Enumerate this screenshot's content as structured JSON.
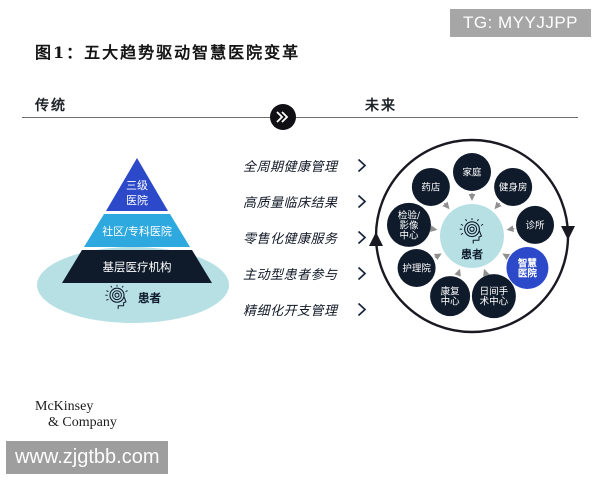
{
  "badge": {
    "text": "TG: MYYJJPP"
  },
  "title": "图1：五大趋势驱动智慧医院变革",
  "timeline": {
    "left_label": "传统",
    "right_label": "未来",
    "arrow_icon": "double-chevron-right"
  },
  "pyramid": {
    "tiers": [
      {
        "label": "三级医院",
        "lines": [
          "三级",
          "医院"
        ],
        "color": "#2b49c8"
      },
      {
        "label": "社区/专科医院",
        "color": "#2ea9e0"
      },
      {
        "label": "基层医疗机构",
        "color": "#0f1b2b"
      }
    ],
    "base": {
      "label": "患者",
      "icon": "patient-mind-icon",
      "ellipse_color": "#b7e0e5"
    }
  },
  "trends": {
    "items": [
      {
        "label": "全周期健康管理"
      },
      {
        "label": "高质量临床结果"
      },
      {
        "label": "零售化健康服务"
      },
      {
        "label": "主动型患者参与"
      },
      {
        "label": "精细化开支管理"
      }
    ]
  },
  "ring": {
    "rotation": "clockwise",
    "center": {
      "label": "患者",
      "icon": "patient-mind-icon",
      "color": "#b7e0e5"
    },
    "nodes": [
      {
        "name": "family",
        "lines": [
          "家庭"
        ],
        "angle": 90,
        "color": "#0f1b2b",
        "r": 19
      },
      {
        "name": "gym",
        "lines": [
          "健身房"
        ],
        "angle": 50,
        "color": "#0f1b2b",
        "r": 19
      },
      {
        "name": "clinic",
        "lines": [
          "诊所"
        ],
        "angle": 10,
        "color": "#0f1b2b",
        "r": 19
      },
      {
        "name": "smart-hospital",
        "lines": [
          "智慧",
          "医院"
        ],
        "angle": -30,
        "color": "#2b49c8",
        "r": 21,
        "bold": true
      },
      {
        "name": "day-surgery",
        "lines": [
          "日间手",
          "术中心"
        ],
        "angle": -70,
        "color": "#0f1b2b",
        "r": 22
      },
      {
        "name": "rehab-center",
        "lines": [
          "康复",
          "中心"
        ],
        "angle": -110,
        "color": "#0f1b2b",
        "r": 20
      },
      {
        "name": "nursing-home",
        "lines": [
          "护理院"
        ],
        "angle": -150,
        "color": "#0f1b2b",
        "r": 19
      },
      {
        "name": "lab-imaging",
        "lines": [
          "检验/",
          "影像",
          "中心"
        ],
        "angle": 170,
        "color": "#0f1b2b",
        "r": 22
      },
      {
        "name": "pharmacy",
        "lines": [
          "药店"
        ],
        "angle": 130,
        "color": "#0f1b2b",
        "r": 19
      }
    ]
  },
  "footer": {
    "logo_line1": "McKinsey",
    "logo_line2": "& Company"
  },
  "watermark": {
    "text": "www.zjgtbb.com"
  },
  "colors": {
    "royal_blue": "#2b49c8",
    "cyan_blue": "#2ea9e0",
    "dark_navy": "#0f1b2b",
    "light_blue": "#b7e0e5",
    "arrow_gray": "#8f8f8f",
    "badge_gray": "#a6a6a6",
    "watermark_gray": "#9e9e9e"
  }
}
